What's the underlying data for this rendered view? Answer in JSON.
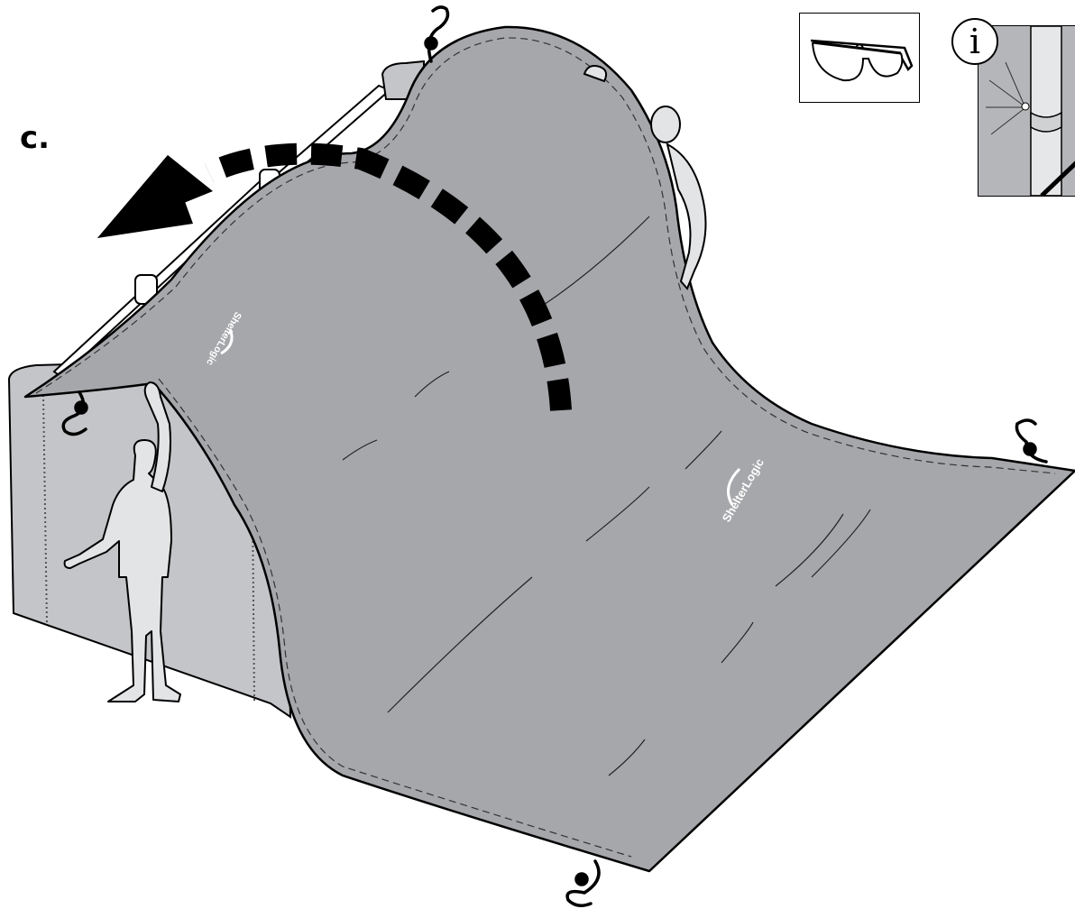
{
  "step": {
    "label": "c."
  },
  "icons": {
    "safety_glasses": "safety-glasses-icon",
    "info": "info-icon",
    "direction_arrow": "curved-arrow-left-icon"
  },
  "info_badge": {
    "glyph": "i"
  },
  "brand": {
    "logo_text": "ShelterLogic"
  },
  "colors": {
    "cover": "#a6a7ab",
    "shelter_wall": "#c4c5c8",
    "person": "#e3e4e6",
    "outline": "#000000",
    "arrow": "#000000"
  }
}
